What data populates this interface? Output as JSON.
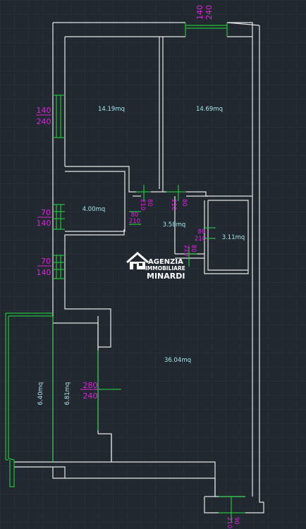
{
  "rooms": {
    "bedroom_left": "14.19mq",
    "bedroom_right": "14.69mq",
    "small_room": "4.00mq",
    "hall": "3.58mq",
    "bath": "3.11mq",
    "living": "36.04mq",
    "balcony": "6.40mq",
    "terrace": "6.81mq"
  },
  "dims": {
    "top_w": "140",
    "top_h": "240",
    "win1_w": "140",
    "win1_h": "240",
    "win2_w": "70",
    "win2_h": "140",
    "win3_w": "70",
    "win3_h": "140",
    "door_small_w": "80",
    "door_small_h": "210",
    "door_a_w": "80",
    "door_a_h": "210",
    "door_b_w": "80",
    "door_b_h": "210",
    "door_bath_w": "80",
    "door_bath_h": "210",
    "door_bath2_w": "80",
    "door_bath2_h": "210",
    "french_w": "280",
    "french_h": "240",
    "entry_w": "90",
    "entry_h": "210"
  },
  "logo": {
    "line1": "AGENZIA",
    "line2": "IMMOBILIARE",
    "line3": "MINARDI"
  },
  "colors": {
    "background": "#212830",
    "grid": "#2b333c",
    "wall": "#e8e8e8",
    "opening": "#22c03a",
    "dimension": "#e020e0",
    "area_label": "#a8e6f0"
  }
}
